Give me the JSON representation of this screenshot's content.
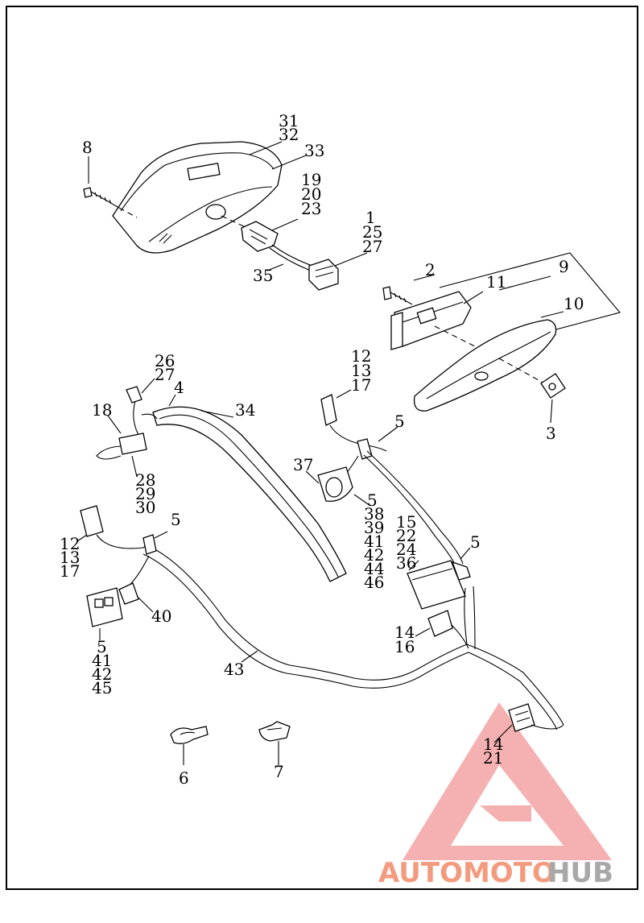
{
  "diagram": {
    "callouts": [
      {
        "id": "c-31",
        "text": "31"
      },
      {
        "id": "c-32",
        "text": "32"
      },
      {
        "id": "c-33",
        "text": "33"
      },
      {
        "id": "c-8",
        "text": "8"
      },
      {
        "id": "c-19",
        "text": "19"
      },
      {
        "id": "c-20",
        "text": "20"
      },
      {
        "id": "c-23",
        "text": "23"
      },
      {
        "id": "c-1",
        "text": "1"
      },
      {
        "id": "c-25",
        "text": "25"
      },
      {
        "id": "c-27a",
        "text": "27"
      },
      {
        "id": "c-35",
        "text": "35"
      },
      {
        "id": "c-2",
        "text": "2"
      },
      {
        "id": "c-9",
        "text": "9"
      },
      {
        "id": "c-11",
        "text": "11"
      },
      {
        "id": "c-10",
        "text": "10"
      },
      {
        "id": "c-3",
        "text": "3"
      },
      {
        "id": "c-26",
        "text": "26"
      },
      {
        "id": "c-27b",
        "text": "27"
      },
      {
        "id": "c-4",
        "text": "4"
      },
      {
        "id": "c-34",
        "text": "34"
      },
      {
        "id": "c-18",
        "text": "18"
      },
      {
        "id": "c-28",
        "text": "28"
      },
      {
        "id": "c-29",
        "text": "29"
      },
      {
        "id": "c-30",
        "text": "30"
      },
      {
        "id": "c-12a",
        "text": "12"
      },
      {
        "id": "c-13a",
        "text": "13"
      },
      {
        "id": "c-17a",
        "text": "17"
      },
      {
        "id": "c-5a",
        "text": "5"
      },
      {
        "id": "c-37",
        "text": "37"
      },
      {
        "id": "c-5b",
        "text": "5"
      },
      {
        "id": "c-38",
        "text": "38"
      },
      {
        "id": "c-39",
        "text": "39"
      },
      {
        "id": "c-41a",
        "text": "41"
      },
      {
        "id": "c-42a",
        "text": "42"
      },
      {
        "id": "c-44",
        "text": "44"
      },
      {
        "id": "c-46",
        "text": "46"
      },
      {
        "id": "c-15",
        "text": "15"
      },
      {
        "id": "c-22",
        "text": "22"
      },
      {
        "id": "c-24",
        "text": "24"
      },
      {
        "id": "c-36",
        "text": "36"
      },
      {
        "id": "c-5c",
        "text": "5"
      },
      {
        "id": "c-5d",
        "text": "5"
      },
      {
        "id": "c-12b",
        "text": "12"
      },
      {
        "id": "c-13b",
        "text": "13"
      },
      {
        "id": "c-17b",
        "text": "17"
      },
      {
        "id": "c-40",
        "text": "40"
      },
      {
        "id": "c-5e",
        "text": "5"
      },
      {
        "id": "c-41b",
        "text": "41"
      },
      {
        "id": "c-42b",
        "text": "42"
      },
      {
        "id": "c-45",
        "text": "45"
      },
      {
        "id": "c-14a",
        "text": "14"
      },
      {
        "id": "c-16",
        "text": "16"
      },
      {
        "id": "c-43",
        "text": "43"
      },
      {
        "id": "c-14b",
        "text": "14"
      },
      {
        "id": "c-21",
        "text": "21"
      },
      {
        "id": "c-6",
        "text": "6"
      },
      {
        "id": "c-7",
        "text": "7"
      }
    ]
  },
  "watermark": {
    "text_part1": "AUTOMOTO",
    "text_part2": "HUB",
    "color_primary": "#f07a55",
    "color_secondary": "#8c8c8c",
    "triangle_color": "#e94e4e"
  }
}
